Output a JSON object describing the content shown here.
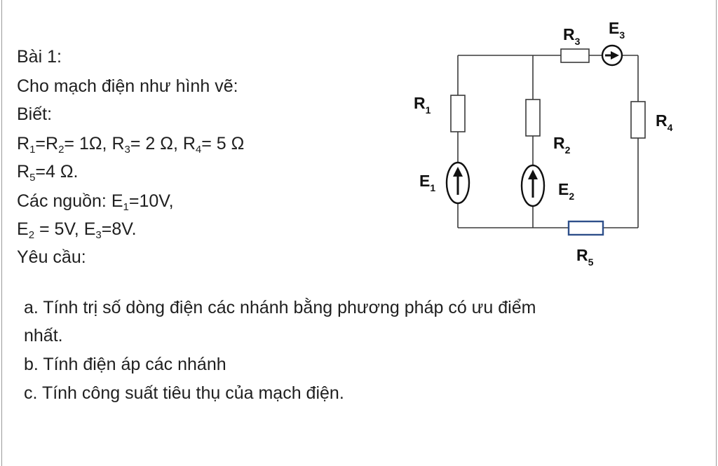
{
  "problem": {
    "title": "Bài 1:",
    "intro": "Cho mạch điện như hình vẽ:",
    "given_label": "Biết:",
    "resistors_line1": {
      "r1_sym": "R",
      "r1_sub": "1",
      "eq1": "=",
      "r2_sym": "R",
      "r2_sub": "2",
      "r12_val": "= 1Ω, ",
      "r3_sym": "R",
      "r3_sub": "3",
      "r3_val": "= 2 Ω, ",
      "r4_sym": "R",
      "r4_sub": "4",
      "r4_val": "= 5 Ω"
    },
    "resistors_line2": {
      "r5_sym": "R",
      "r5_sub": "5",
      "r5_val": "=4 Ω."
    },
    "sources_line1": {
      "prefix": "Các nguồn: E",
      "e1_sub": "1",
      "e1_val": "=10V,"
    },
    "sources_line2": {
      "e2_sym": "E",
      "e2_sub": "2",
      "e2_val": " = 5V, ",
      "e3_sym": "E",
      "e3_sub": "3",
      "e3_val": "=8V."
    },
    "requirement_label": "Yêu cầu:"
  },
  "questions": [
    {
      "line1": "a. Tính trị số dòng điện các nhánh bằng phương pháp có ưu điểm",
      "line2": "nhất."
    },
    {
      "line1": "b. Tính điện áp các nhánh"
    },
    {
      "line1": "c. Tính công suất tiêu thụ của mạch điện."
    }
  ],
  "circuit": {
    "labels": {
      "R1": {
        "sym": "R",
        "sub": "1"
      },
      "R2": {
        "sym": "R",
        "sub": "2"
      },
      "R3": {
        "sym": "R",
        "sub": "3"
      },
      "R4": {
        "sym": "R",
        "sub": "4"
      },
      "R5": {
        "sym": "R",
        "sub": "5"
      },
      "E1": {
        "sym": "E",
        "sub": "1"
      },
      "E2": {
        "sym": "E",
        "sub": "2"
      },
      "E3": {
        "sym": "E",
        "sub": "3"
      }
    },
    "colors": {
      "wire": "#3a3a3a",
      "r5_outline": "#2e4f8a"
    }
  }
}
